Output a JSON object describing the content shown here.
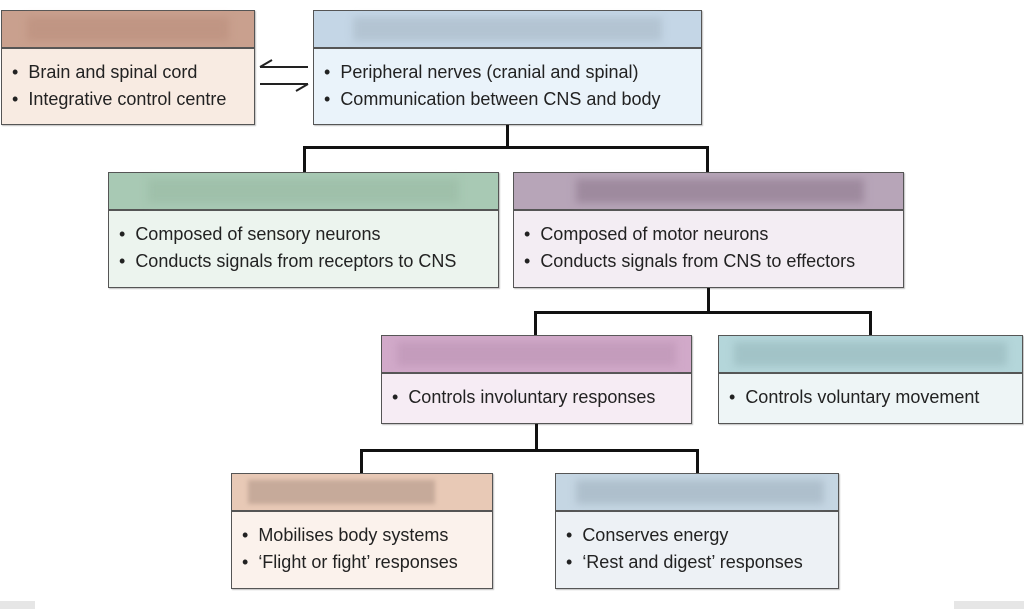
{
  "boxes": {
    "cns": {
      "header_color": "#c9a08e",
      "body_color": "#f8ebe2",
      "items": [
        "Brain and spinal cord",
        "Integrative control centre"
      ]
    },
    "pns": {
      "header_color": "#c4d6e6",
      "body_color": "#eaf3fa",
      "items": [
        "Peripheral nerves (cranial and spinal)",
        "Communication between CNS and body"
      ]
    },
    "sensory": {
      "header_color": "#a8c9b4",
      "body_color": "#ecf4ee",
      "items": [
        "Composed of sensory neurons",
        "Conducts signals from receptors to CNS"
      ]
    },
    "motor": {
      "header_color": "#b7a5b8",
      "body_color": "#f3edf3",
      "items": [
        "Composed of motor neurons",
        "Conducts signals from CNS to effectors"
      ]
    },
    "autonomic": {
      "header_color": "#d1a9c9",
      "body_color": "#f6ecf4",
      "items": [
        "Controls involuntary responses"
      ]
    },
    "somatic": {
      "header_color": "#b4d6da",
      "body_color": "#eef5f6",
      "items": [
        "Controls voluntary movement"
      ]
    },
    "sympathetic": {
      "header_color": "#e8c9b6",
      "body_color": "#fbf2ec",
      "items": [
        "Mobilises body systems",
        "‘Flight or fight’ responses"
      ]
    },
    "parasympathetic": {
      "header_color": "#c5d6e3",
      "body_color": "#edf1f5",
      "items": [
        "Conserves energy",
        "‘Rest and digest’ responses"
      ]
    }
  }
}
